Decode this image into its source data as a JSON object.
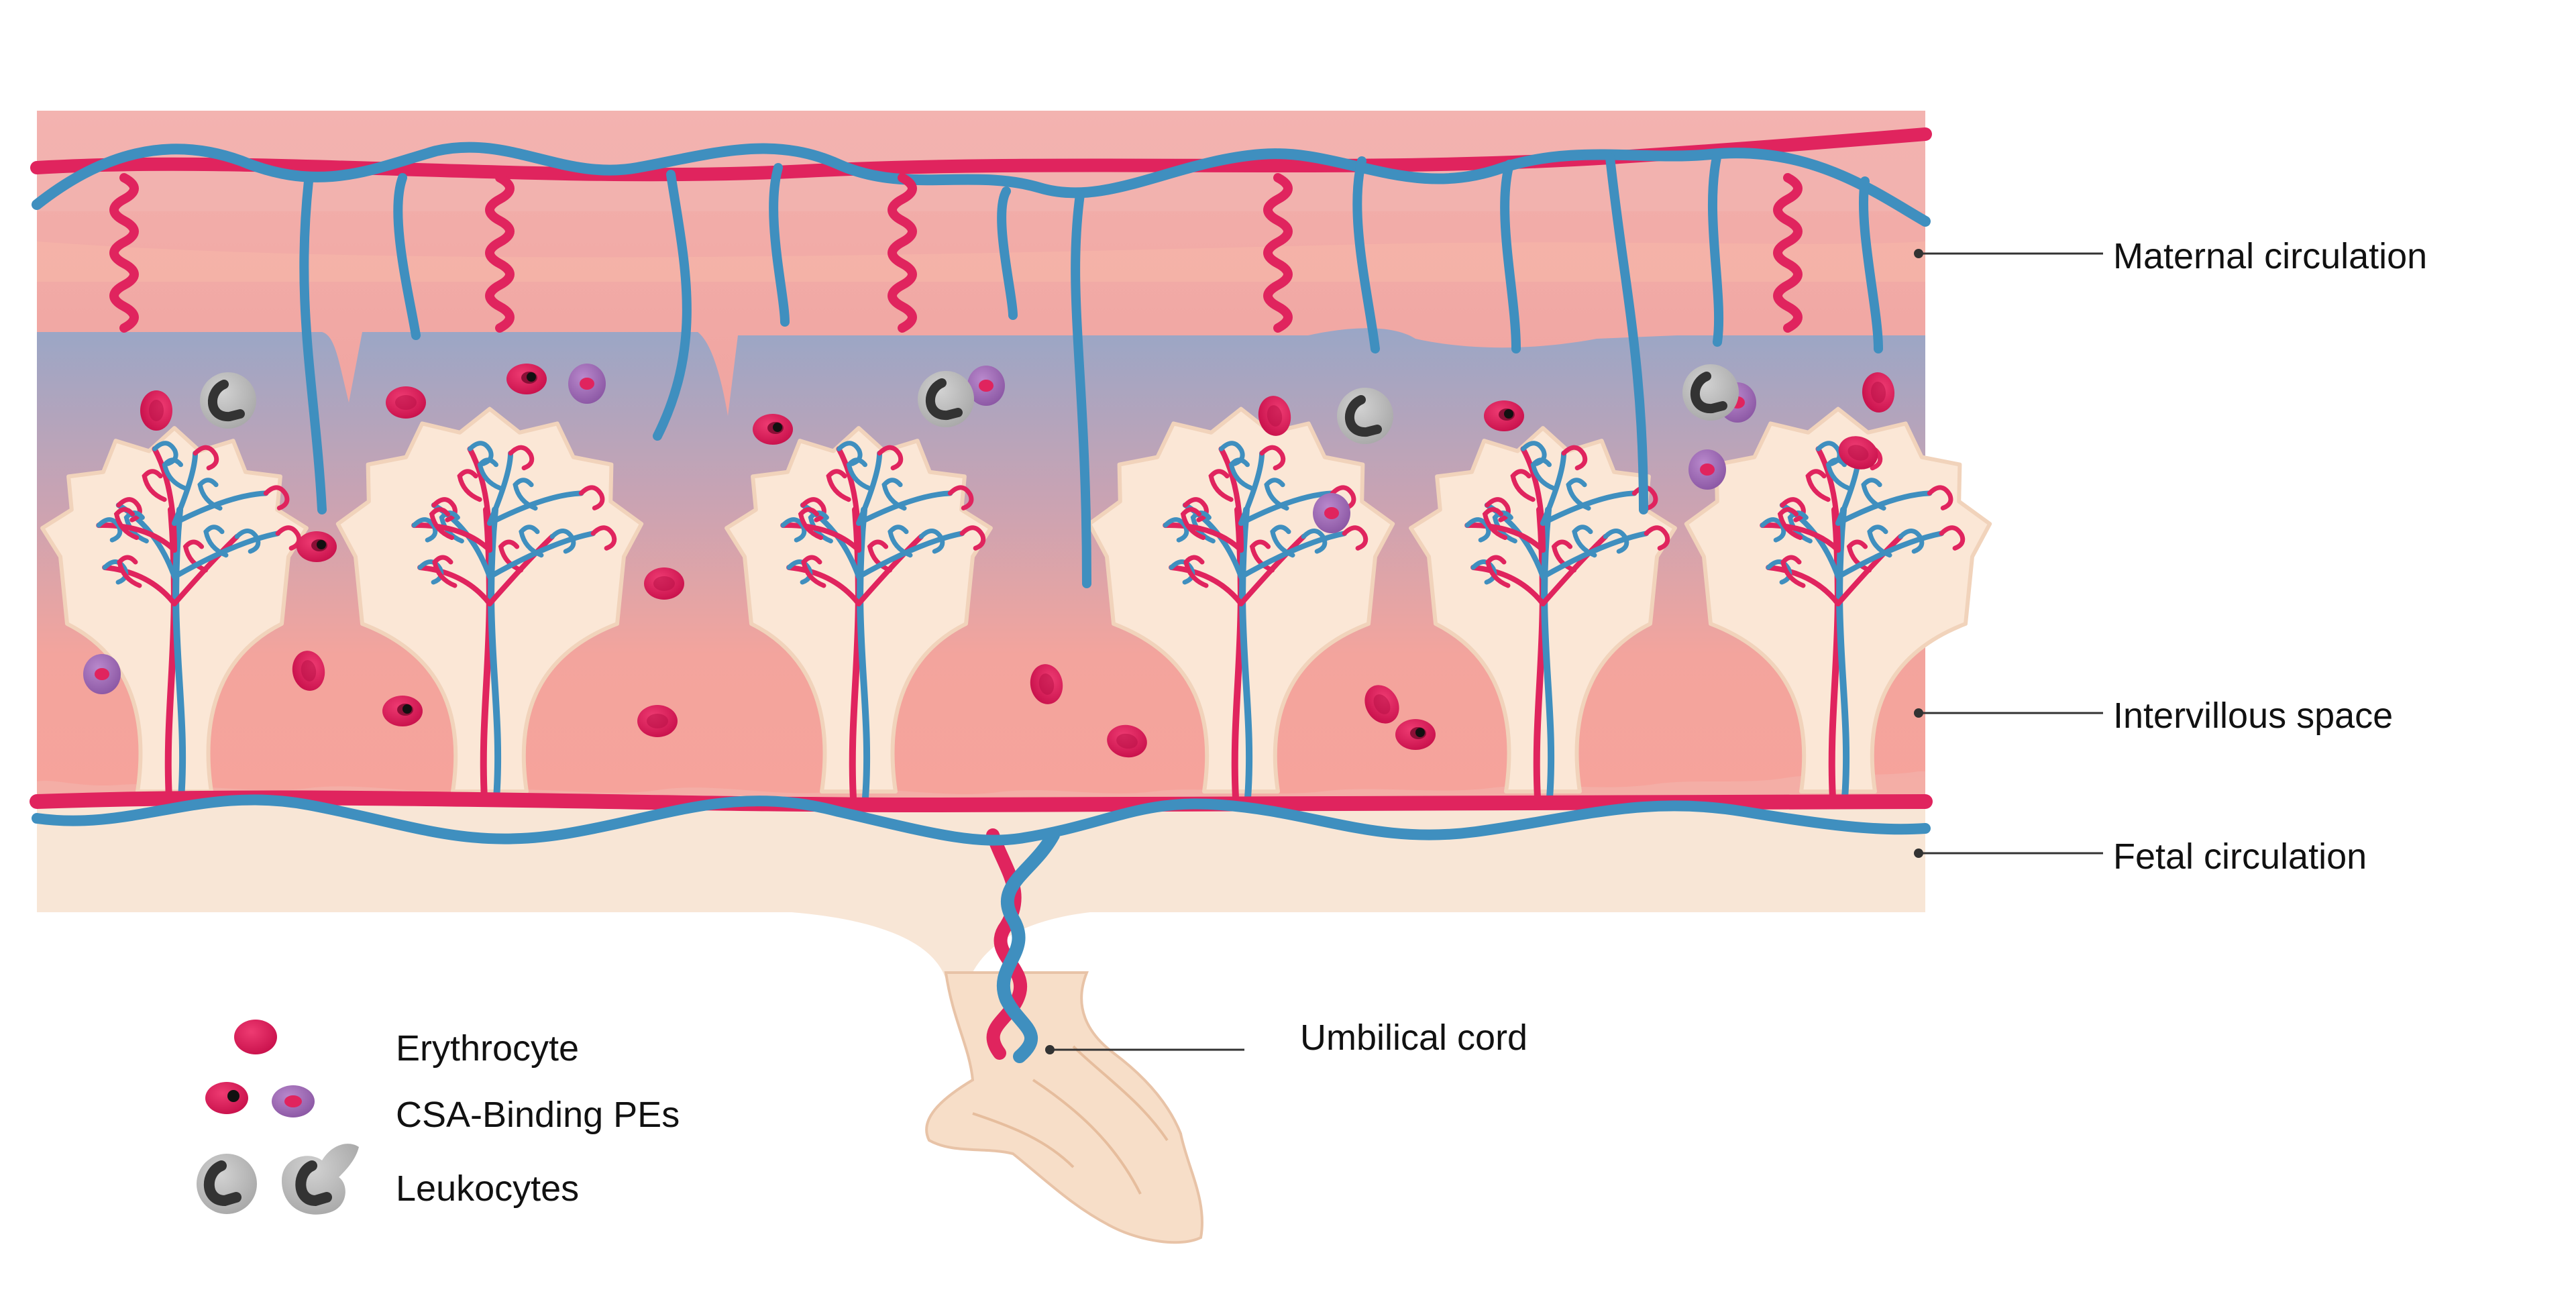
{
  "labels": {
    "maternal_circulation": "Maternal circulation",
    "intervillous_space": "Intervillous space",
    "fetal_circulation": "Fetal circulation",
    "umbilical_cord": "Umbilical cord"
  },
  "legend": {
    "erythrocyte": "Erythrocyte",
    "csa_binding_pes": "CSA-Binding PEs",
    "leukocytes": "Leukocytes"
  },
  "colors": {
    "artery_red": "#e0245e",
    "vein_blue": "#3f8fbf",
    "maternal_tissue": "#f0a4a0",
    "intervillous_top": "#9aa6c6",
    "intervillous_bottom": "#f6a39b",
    "villus_fill": "#fbe7d6",
    "chorionic_plate": "#f8e6d6",
    "cord_fill": "#f7dec8",
    "erythrocyte": "#d81e5b",
    "infected_purple": "#9b67b3",
    "leukocyte_grey": "#b9b9b9",
    "leader_line": "#333333"
  },
  "icons": [
    "erythrocyte-icon",
    "csa-pe-red-icon",
    "csa-pe-purple-icon",
    "leukocyte-round-icon",
    "leukocyte-amoeboid-icon"
  ]
}
